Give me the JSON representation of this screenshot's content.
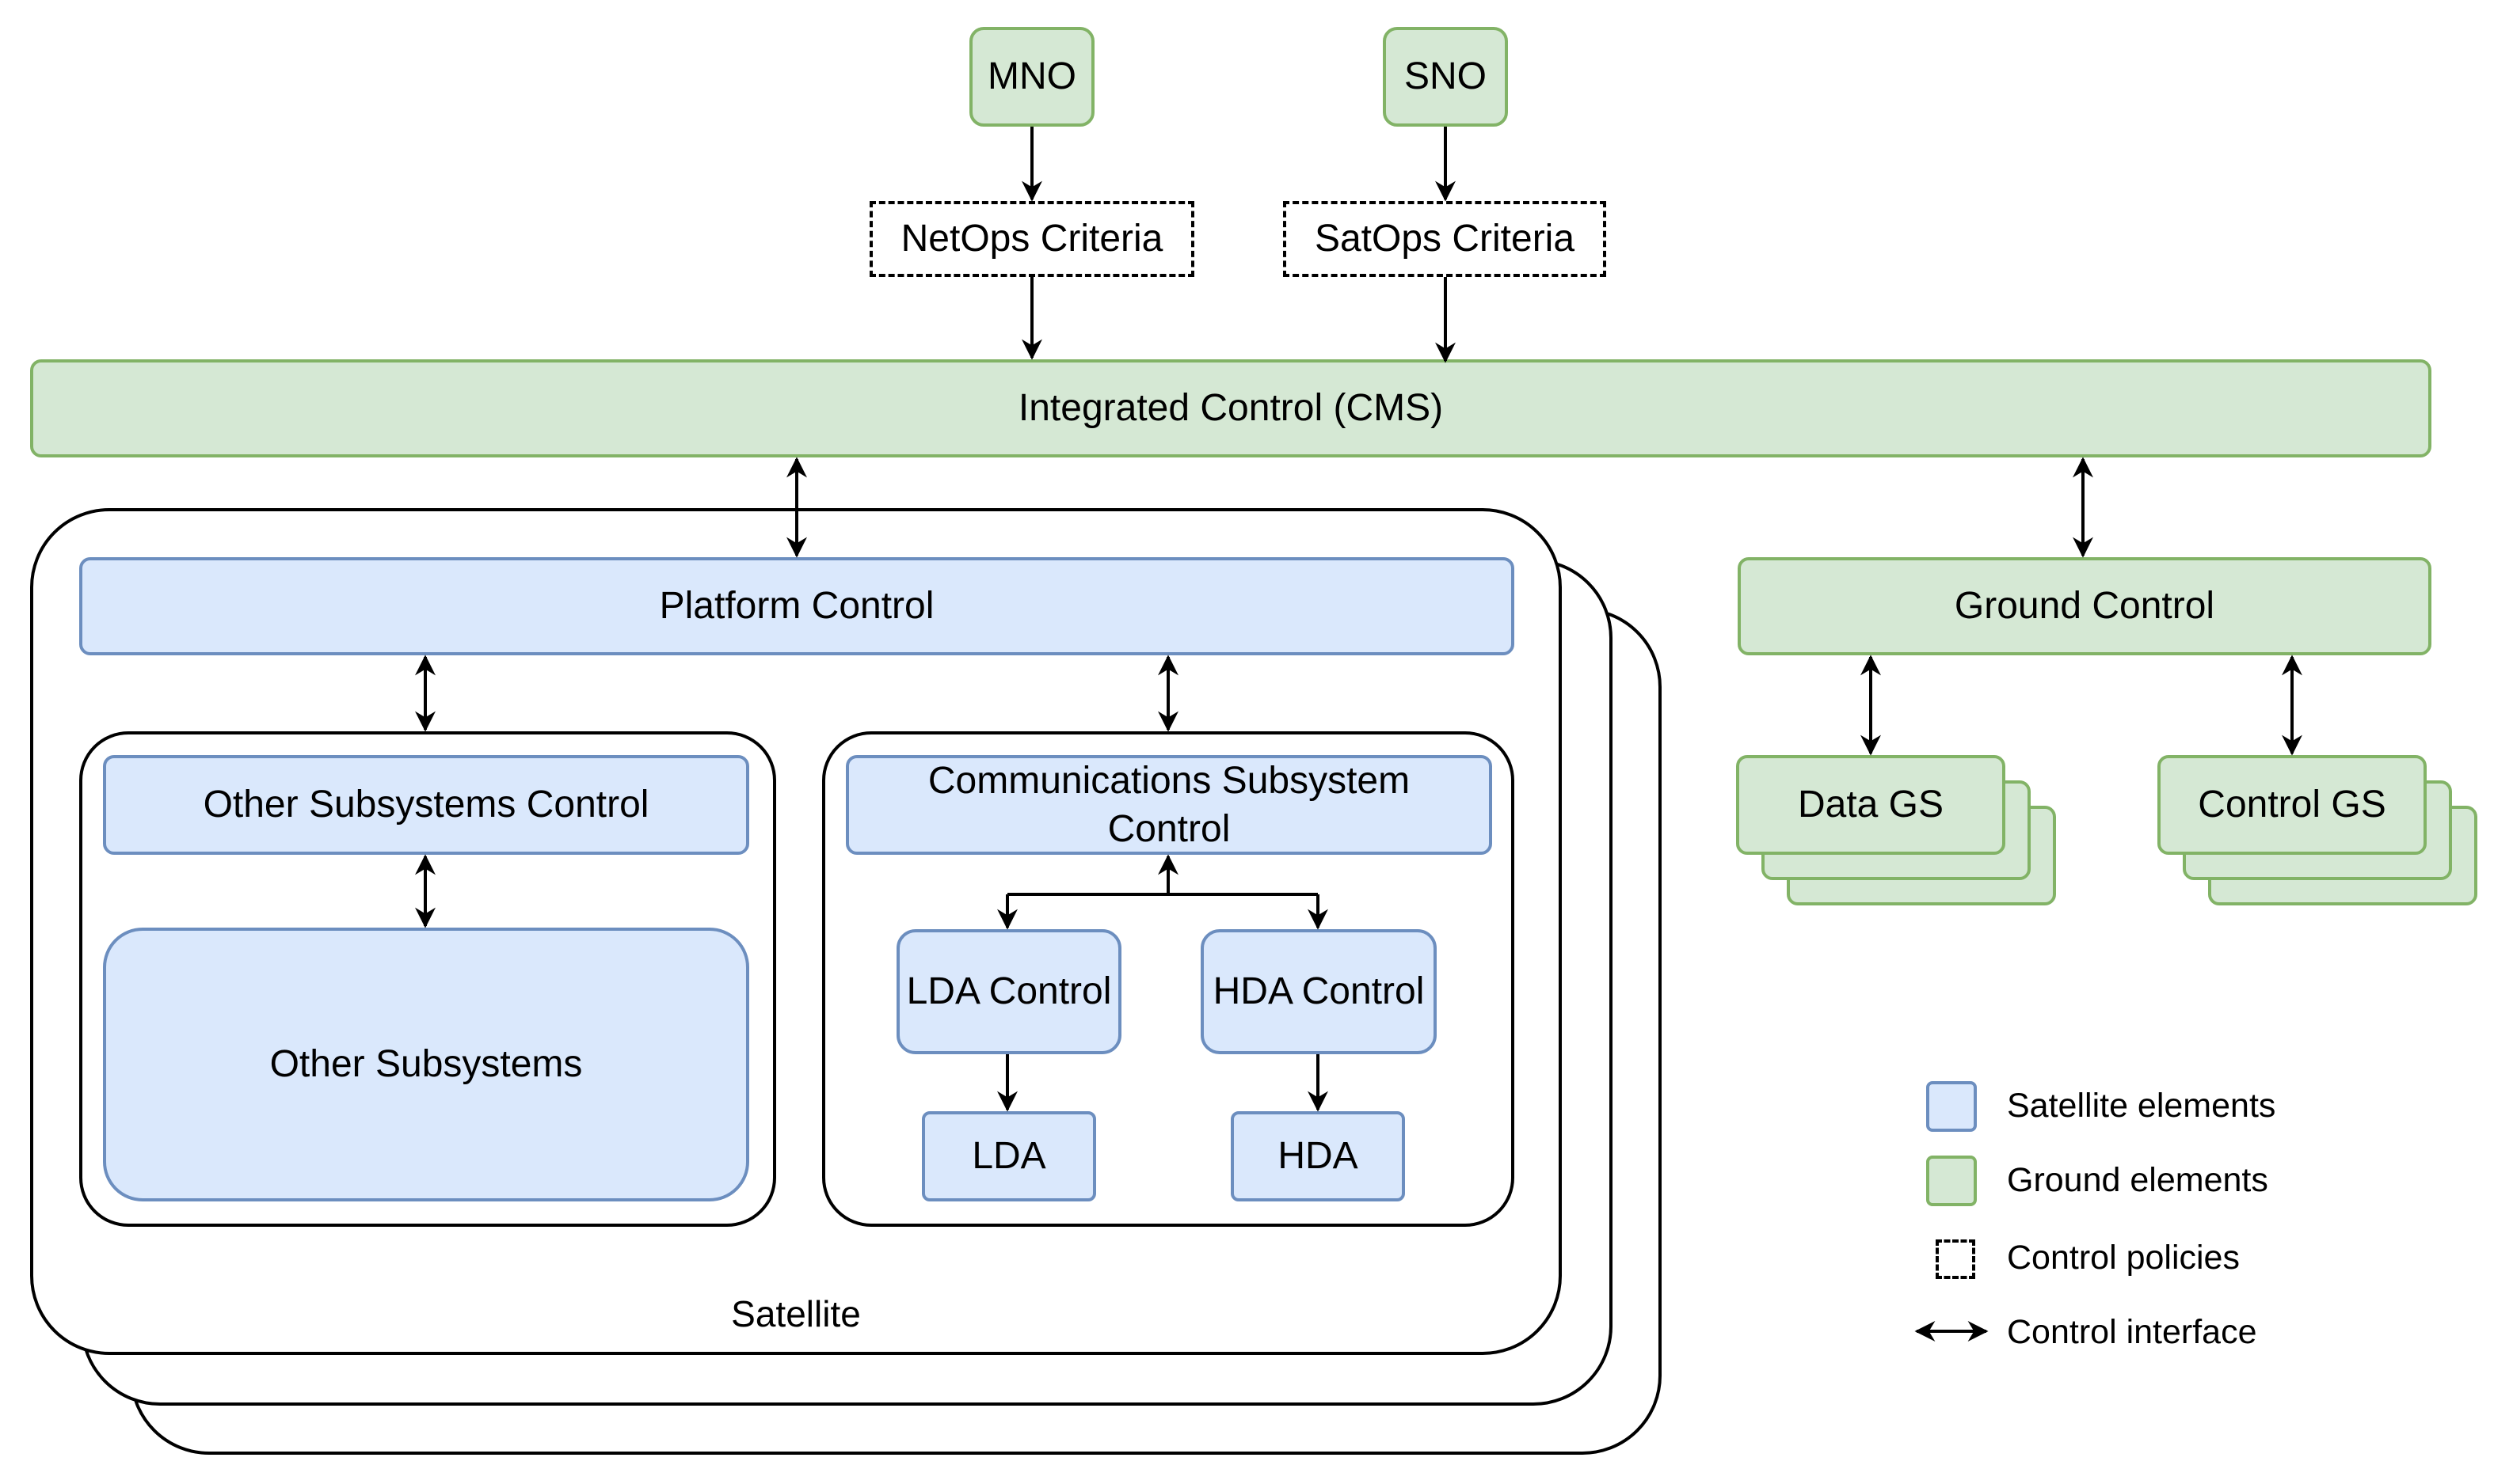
{
  "operators": {
    "mno": "MNO",
    "sno": "SNO"
  },
  "policies": {
    "netops": "NetOps Criteria",
    "satops": "SatOps Criteria"
  },
  "integrated_control": "Integrated Control (CMS)",
  "satellite": {
    "label": "Satellite",
    "platform_control": "Platform Control",
    "other_group": {
      "control": "Other Subsystems Control",
      "subsystems": "Other Subsystems"
    },
    "comms_group": {
      "control_line1": "Communications Subsystem",
      "control_line2": "Control",
      "lda_control": "LDA Control",
      "hda_control": "HDA Control",
      "lda": "LDA",
      "hda": "HDA"
    }
  },
  "ground": {
    "ground_control": "Ground Control",
    "data_gs": "Data GS",
    "control_gs": "Control GS"
  },
  "legend": [
    {
      "label": "Satellite elements",
      "icon": "blue-square"
    },
    {
      "label": "Ground elements",
      "icon": "green-square"
    },
    {
      "label": "Control policies",
      "icon": "dashed-square"
    },
    {
      "label": "Control interface",
      "icon": "double-arrow"
    }
  ],
  "colors": {
    "satellite_fill": "#dae8fc",
    "satellite_stroke": "#6c8ebf",
    "ground_fill": "#d5e8d4",
    "ground_stroke": "#82b366"
  }
}
